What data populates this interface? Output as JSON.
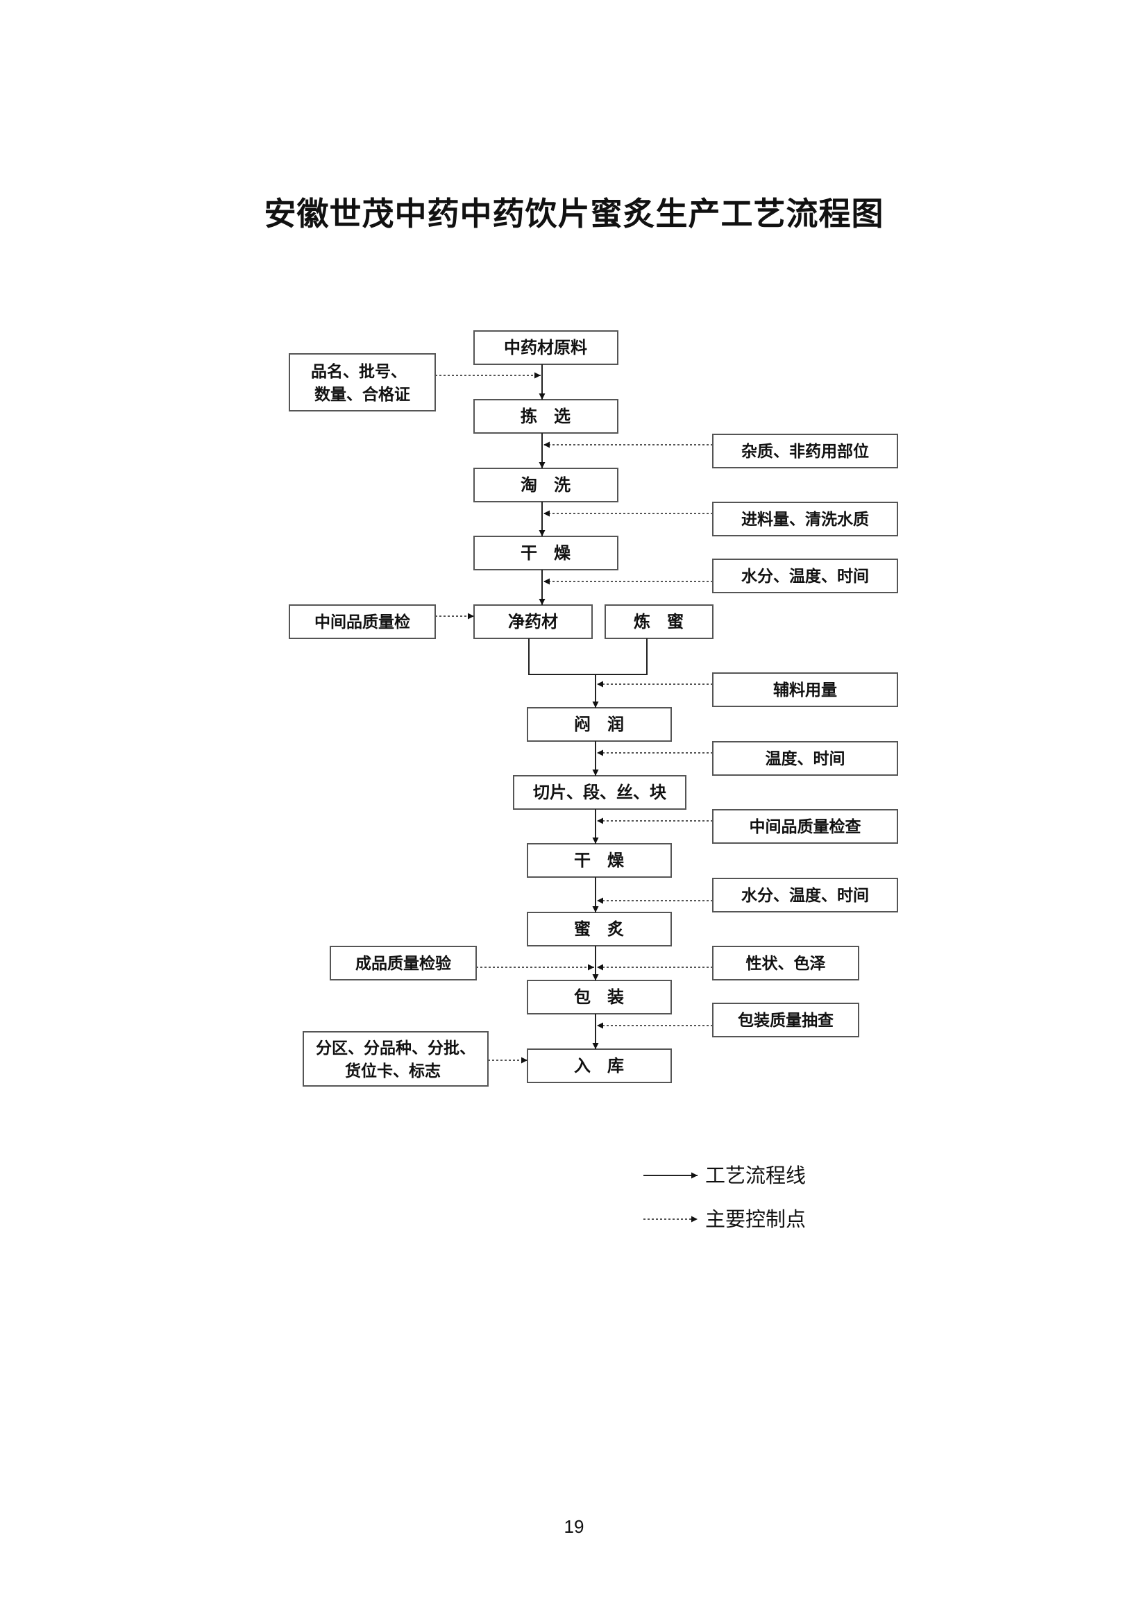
{
  "title": "安徽世茂中药中药饮片蜜炙生产工艺流程图",
  "process": {
    "raw_material": "中药材原料",
    "sorting": "拣　选",
    "washing": "淘　洗",
    "drying1": "干　燥",
    "clean_herb": "净药材",
    "refined_honey": "炼　蜜",
    "moistening": "闷　润",
    "cutting": "切片、段、丝、块",
    "drying2": "干　燥",
    "honey_roasting": "蜜　炙",
    "packaging": "包　装",
    "storage": "入　库"
  },
  "controls": {
    "name_batch": [
      "品名、批号、",
      "数量、合格证"
    ],
    "impurities": "杂质、非药用部位",
    "feed_water": "进料量、清洗水质",
    "moisture1": "水分、温度、时间",
    "intermediate_check": "中间品质量检",
    "auxiliary": "辅料用量",
    "temp_time": "温度、时间",
    "intermediate_check2": "中间品质量检查",
    "moisture2": "水分、温度、时间",
    "product_check": "成品质量检验",
    "appearance": "性状、色泽",
    "pack_check": "包装质量抽查",
    "zoning": [
      "分区、分品种、分批、",
      "货位卡、标志"
    ]
  },
  "legend": {
    "process_line": "工艺流程线",
    "control_point": "主要控制点"
  },
  "page_number": "19"
}
